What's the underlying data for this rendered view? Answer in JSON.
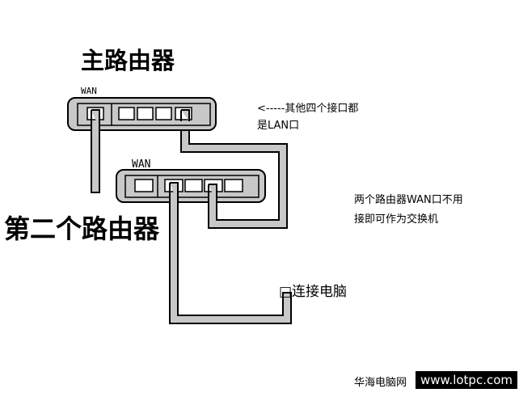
{
  "main_router": {
    "title": "主路由器",
    "wan_label": "WAN"
  },
  "second_router": {
    "title": "第二个路由器",
    "wan_label": "WAN"
  },
  "notes": {
    "lan_note_line1": "<-----其他四个接口都",
    "lan_note_line2": "是LAN口",
    "switch_note_line1": "两个路由器WAN口不用",
    "switch_note_line2": "接即可作为交换机",
    "computer_label": "□连接电脑"
  },
  "footer": {
    "brand": "华海电脑网",
    "site": "www.lotpc.com"
  },
  "colors": {
    "router_fill": "#c8c8c8",
    "cable_fill": "#c8c8c8",
    "outline": "#000000"
  }
}
